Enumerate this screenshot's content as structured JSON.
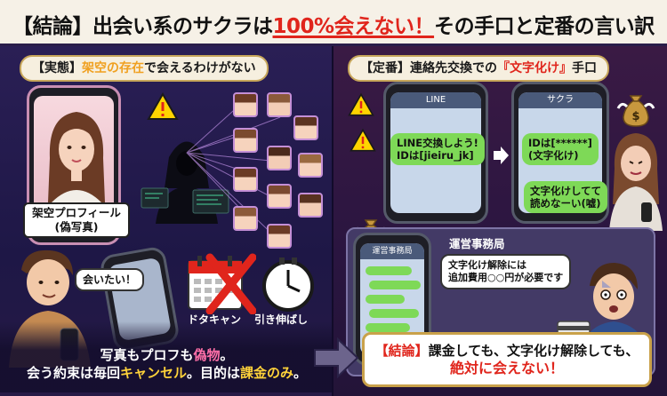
{
  "header": {
    "before": "【結論】出会い系のサクラは",
    "highlight": "100%会えない！",
    "after": "その手口と定番の言い訳"
  },
  "left": {
    "badge_prefix": "【実態】",
    "badge_highlight": "架空の存在",
    "badge_suffix": "で会えるわけがない",
    "profile_label_line1": "架空プロフィール",
    "profile_label_line2": "(偽写真)",
    "bubble_meet": "会いたい！",
    "icon_cancel_label": "ドタキャン",
    "icon_stall_label": "引き伸ばし",
    "caption_line1_a": "写真もプロフも",
    "caption_line1_b": "偽物",
    "caption_line1_c": "。",
    "caption_line2_a": "会う約束は毎回",
    "caption_line2_b": "キャンセル",
    "caption_line2_c": "。目的は",
    "caption_line2_d": "課金のみ",
    "caption_line2_e": "。"
  },
  "right": {
    "badge_prefix": "【定番】",
    "badge_mid": "連絡先交換での",
    "badge_highlight": "『文字化け』",
    "badge_suffix": "手口",
    "phone1_title": "LINE",
    "phone1_msg_line1": "LINE交換しよう!",
    "phone1_msg_line2": "IDは[jieiru_jk]",
    "phone2_title": "サクラ",
    "phone2_msg1_line1": "IDは[******]",
    "phone2_msg1_line2": "(文字化け)",
    "phone2_msg2_line1": "文字化けしてて",
    "phone2_msg2_line2": "読めなーい(嘘)",
    "phone3_title": "運営事務局",
    "office_title": "運営事務局",
    "office_msg_line1": "文字化け解除には",
    "office_msg_line2": "追加費用○○円が必要です",
    "money_sign": "$"
  },
  "conclusion": {
    "line1_prefix": "【結論】",
    "line1_text": "課金しても、文字化け解除しても、",
    "line2": "絶対に会えない！"
  },
  "colors": {
    "accent_red": "#e0251c",
    "accent_yellow": "#ffd23a",
    "line_green": "#7ed957",
    "warning_yellow": "#ffd400"
  },
  "icons": [
    "warning-icon",
    "calendar-x-icon",
    "clock-icon",
    "money-bag-icon",
    "arrow-right-icon",
    "credit-card-icon"
  ]
}
